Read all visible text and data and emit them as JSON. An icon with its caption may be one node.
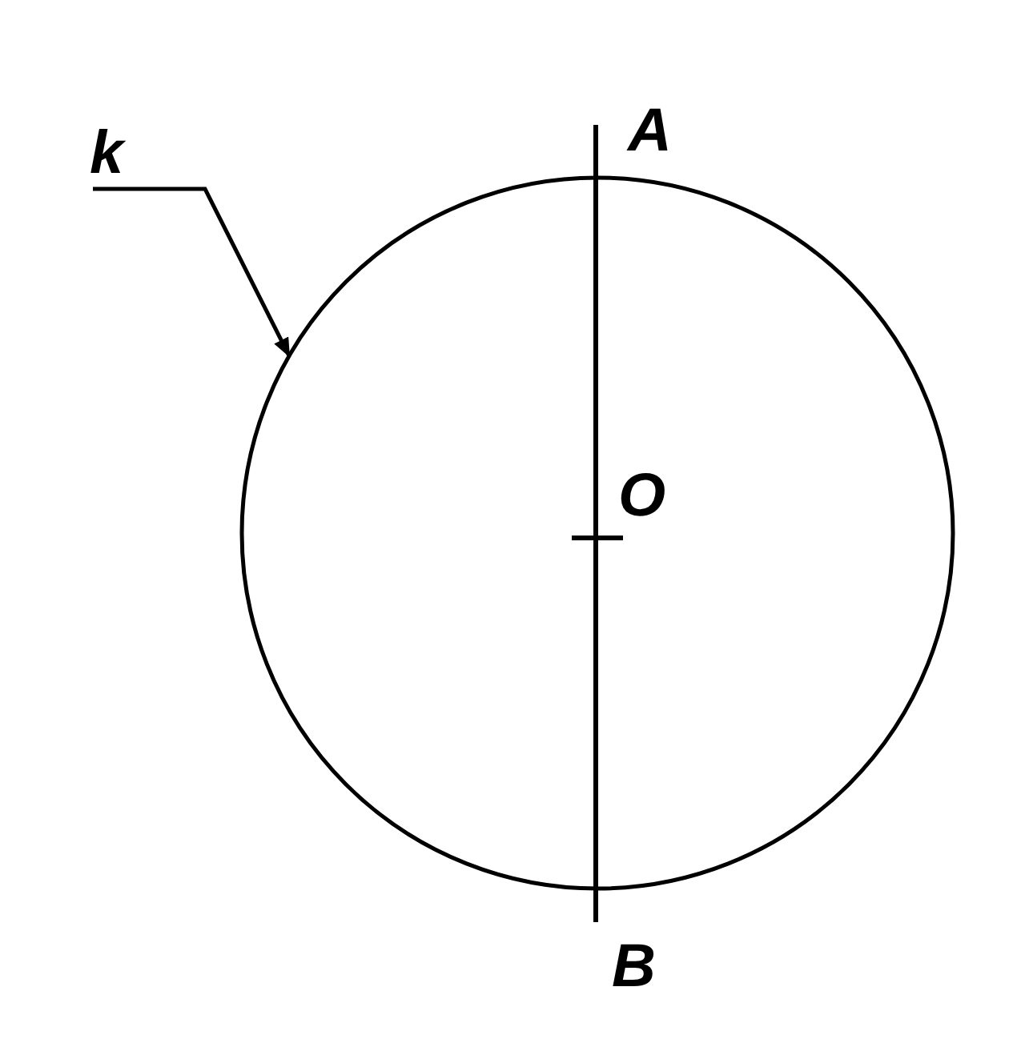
{
  "diagram": {
    "nodes": [
      {
        "text": [
          "k"
        ]
      },
      {
        "text": [],
        "shape": "circle"
      }
    ],
    "edges": [
      {
        "from": 0,
        "to": 1,
        "arrow": "to"
      }
    ],
    "labels": [
      "A",
      "O",
      "B"
    ]
  }
}
